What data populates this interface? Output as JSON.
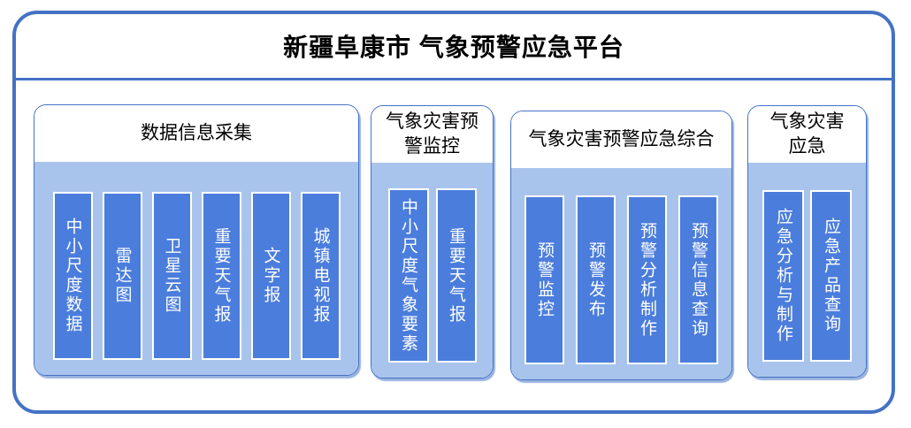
{
  "platform": {
    "title": "新疆阜康市 气象预警应急平台"
  },
  "groups": [
    {
      "title": "数据信息采集",
      "items": [
        "中小尺度数据",
        "雷达图",
        "卫星云图",
        "重要天气报",
        "文字报",
        "城镇电视报"
      ]
    },
    {
      "title": "气象灾害预警监控",
      "items": [
        "中小尺度气象要素",
        "重要天气报"
      ]
    },
    {
      "title": "气象灾害预警应急综合",
      "items": [
        "预警监控",
        "预警发布",
        "预警分析制作",
        "预警信息查询"
      ]
    },
    {
      "title": "气象灾害应急",
      "items": [
        "应急分析与制作",
        "应急产品查询"
      ]
    }
  ],
  "colors": {
    "frame_border": "#4472C4",
    "separator_line": "#4472C4",
    "group_border": "#4472C4",
    "group_header_bg": "#FFFFFF",
    "group_body_bg": "#A9C4EC",
    "bar_bg": "#4B7DDC",
    "bar_border": "#FFFFFF",
    "bar_text": "#FFFFFF",
    "title_text": "#000000"
  }
}
